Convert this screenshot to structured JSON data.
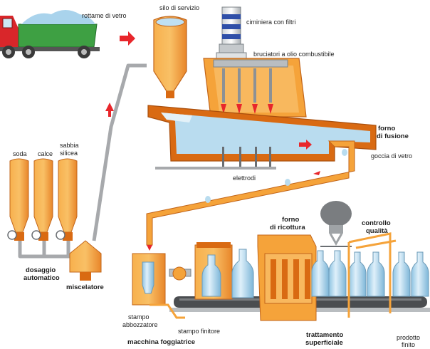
{
  "labels": {
    "rottame": "rottame di vetro",
    "silo": "silo di servizio",
    "ciminiera": "ciminiera con filtri",
    "bruciatori": "bruciatori a olio combustibile",
    "forno_fusione_1": "forno",
    "forno_fusione_2": "di fusione",
    "goccia": "goccia di vetro",
    "elettrodi": "elettrodi",
    "soda": "soda",
    "calce": "calce",
    "sabbia_1": "sabbia",
    "sabbia_2": "silicea",
    "dosaggio_1": "dosaggio",
    "dosaggio_2": "automatico",
    "miscelatore": "miscelatore",
    "forno_ricottura_1": "forno",
    "forno_ricottura_2": "di ricottura",
    "controllo_1": "controllo",
    "controllo_2": "qualità",
    "stampo_abb_1": "stampo",
    "stampo_abb_2": "abbozzatore",
    "stampo_fin": "stampo finitore",
    "macchina": "macchina foggiatrice",
    "trattamento_1": "trattamento",
    "trattamento_2": "superficiale",
    "prodotto_1": "prodotto",
    "prodotto_2": "finito"
  },
  "colors": {
    "orange": "#f5a33a",
    "orange_dark": "#d96a12",
    "red_arrow": "#e8262b",
    "glass_blue": "#b9dcef",
    "pipe_grey": "#a7a9ac",
    "truck_green": "#3ea043",
    "truck_red": "#d9262a",
    "belt_dark": "#4a4d50"
  }
}
